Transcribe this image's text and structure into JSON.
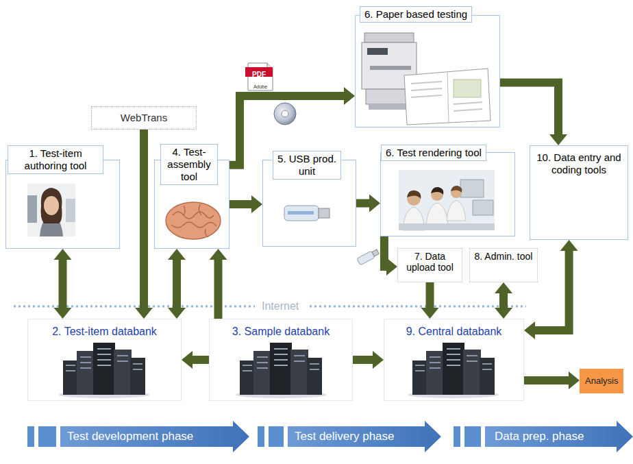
{
  "diagram": {
    "nodes": [
      {
        "text": [
          "6. Paper based testing"
        ]
      },
      {
        "text": [
          "WebTrans"
        ]
      },
      {
        "text": [
          "1. Test-item authoring tool"
        ]
      },
      {
        "text": [
          "4. Test-assembly tool"
        ]
      },
      {
        "text": [
          "5. USB prod. unit"
        ]
      },
      {
        "text": [
          "6. Test rendering tool"
        ]
      },
      {
        "text": [
          "10. Data entry and coding tools"
        ]
      },
      {
        "text": [
          "7. Data upload tool"
        ]
      },
      {
        "text": [
          "8. Admin. tool"
        ]
      },
      {
        "text": [
          "2. Test-item databank"
        ]
      },
      {
        "text": [
          "3. Sample databank"
        ]
      },
      {
        "text": [
          "9. Central databank"
        ]
      },
      {
        "text": [
          "Analysis"
        ]
      }
    ],
    "edges": [
      {
        "from": 2,
        "to": 9,
        "arrow": "both"
      },
      {
        "from": 1,
        "to": 9,
        "arrow": "to"
      },
      {
        "from": 3,
        "to": 9,
        "arrow": "both"
      },
      {
        "from": 10,
        "to": 3,
        "arrow": "to"
      },
      {
        "from": 3,
        "to": 0,
        "arrow": "to"
      },
      {
        "from": 3,
        "to": 4,
        "arrow": "to"
      },
      {
        "from": 4,
        "to": 5,
        "arrow": "to"
      },
      {
        "from": 0,
        "to": 6,
        "arrow": "to"
      },
      {
        "from": 5,
        "to": 7,
        "arrow": "to"
      },
      {
        "from": 7,
        "to": 11,
        "arrow": "to"
      },
      {
        "from": 8,
        "to": 11,
        "arrow": "both"
      },
      {
        "from": 10,
        "to": 9,
        "arrow": "to"
      },
      {
        "from": 10,
        "to": 11,
        "arrow": "to"
      },
      {
        "from": 6,
        "to": 11,
        "arrow": "both"
      },
      {
        "from": 11,
        "to": 12,
        "arrow": "to"
      }
    ],
    "labels": [
      "PDF",
      "Adobe",
      "Internet",
      "Test development phase",
      "Test delivery phase",
      "Data prep. phase"
    ]
  }
}
